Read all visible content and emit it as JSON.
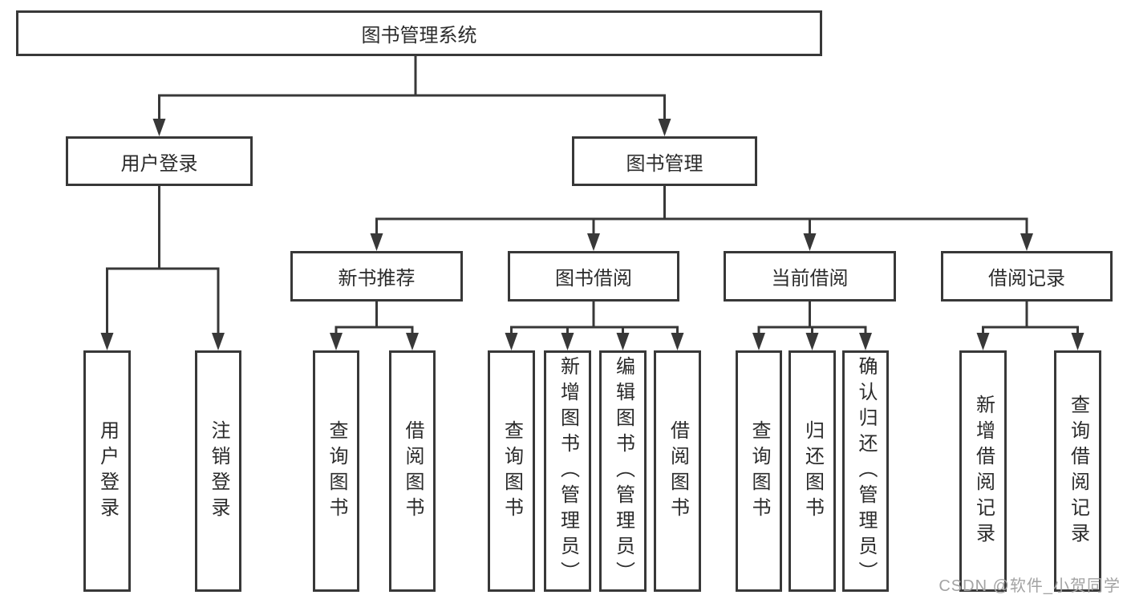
{
  "tree": {
    "root": {
      "label": "图书管理系统"
    },
    "branches": [
      {
        "label": "用户登录",
        "children": [
          "用户登录",
          "注销登录"
        ]
      },
      {
        "label": "图书管理",
        "sections": [
          {
            "label": "新书推荐",
            "children": [
              "查询图书",
              "借阅图书"
            ]
          },
          {
            "label": "图书借阅",
            "children": [
              "查询图书",
              "新增图书（管理员）",
              "编辑图书（管理员）",
              "借阅图书"
            ]
          },
          {
            "label": "当前借阅",
            "children": [
              "查询图书",
              "归还图书",
              "确认归还（管理员）"
            ]
          },
          {
            "label": "借阅记录",
            "children": [
              "新增借阅记录",
              "查询借阅记录"
            ]
          }
        ]
      }
    ]
  },
  "watermark": {
    "text": "CSDN @软件_小贺同学"
  },
  "colors": {
    "line": "#383838",
    "text": "#2b2b2b",
    "watermark": "#a3a3a3",
    "background": "#ffffff"
  }
}
